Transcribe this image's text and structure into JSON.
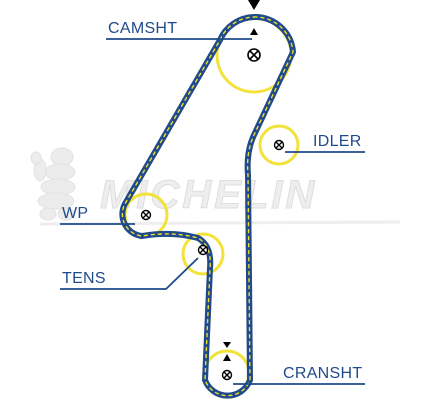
{
  "watermark": {
    "brand": "MICHELIN"
  },
  "labels": {
    "camshaft": "CAMSHT",
    "idler": "IDLER",
    "water_pump": "WP",
    "tensioner": "TENS",
    "crankshaft": "CRANSHT"
  },
  "colors": {
    "belt": "#1f4a8c",
    "belt_dash": "#f2dc2e",
    "pulley": "#f2e23a",
    "label_text": "#1f4a8c",
    "leader_line": "#1f4a8c",
    "marker": "#000000",
    "watermark": "#ececec"
  },
  "icons": {
    "pulley_center": "circled-x-icon",
    "timing_mark": "triangle-icon"
  }
}
